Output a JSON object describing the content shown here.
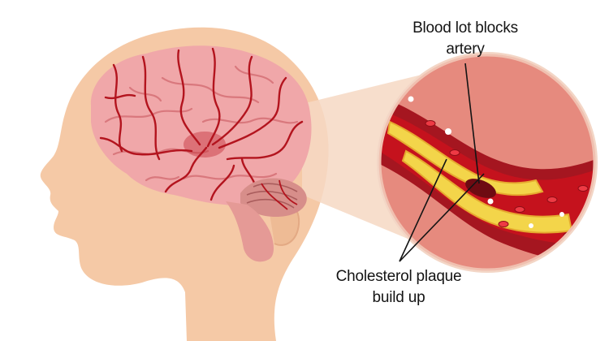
{
  "labels": {
    "clot": {
      "line1": "Blood lot blocks",
      "line2": "artery"
    },
    "plaque": {
      "line1": "Cholesterol plaque",
      "line2": "build up"
    }
  },
  "colors": {
    "skin": "#f5c9a6",
    "skin_shadow": "#e8b48e",
    "brain": "#f0a7a9",
    "brain_fold": "#d9787d",
    "vessel": "#b3141e",
    "cerebellum": "#d78e8a",
    "lens_bg": "#e68a7e",
    "artery_wall": "#a51620",
    "blood": "#c5121d",
    "plaque": "#f3d54a",
    "plaque_edge": "#e6a92f"
  }
}
